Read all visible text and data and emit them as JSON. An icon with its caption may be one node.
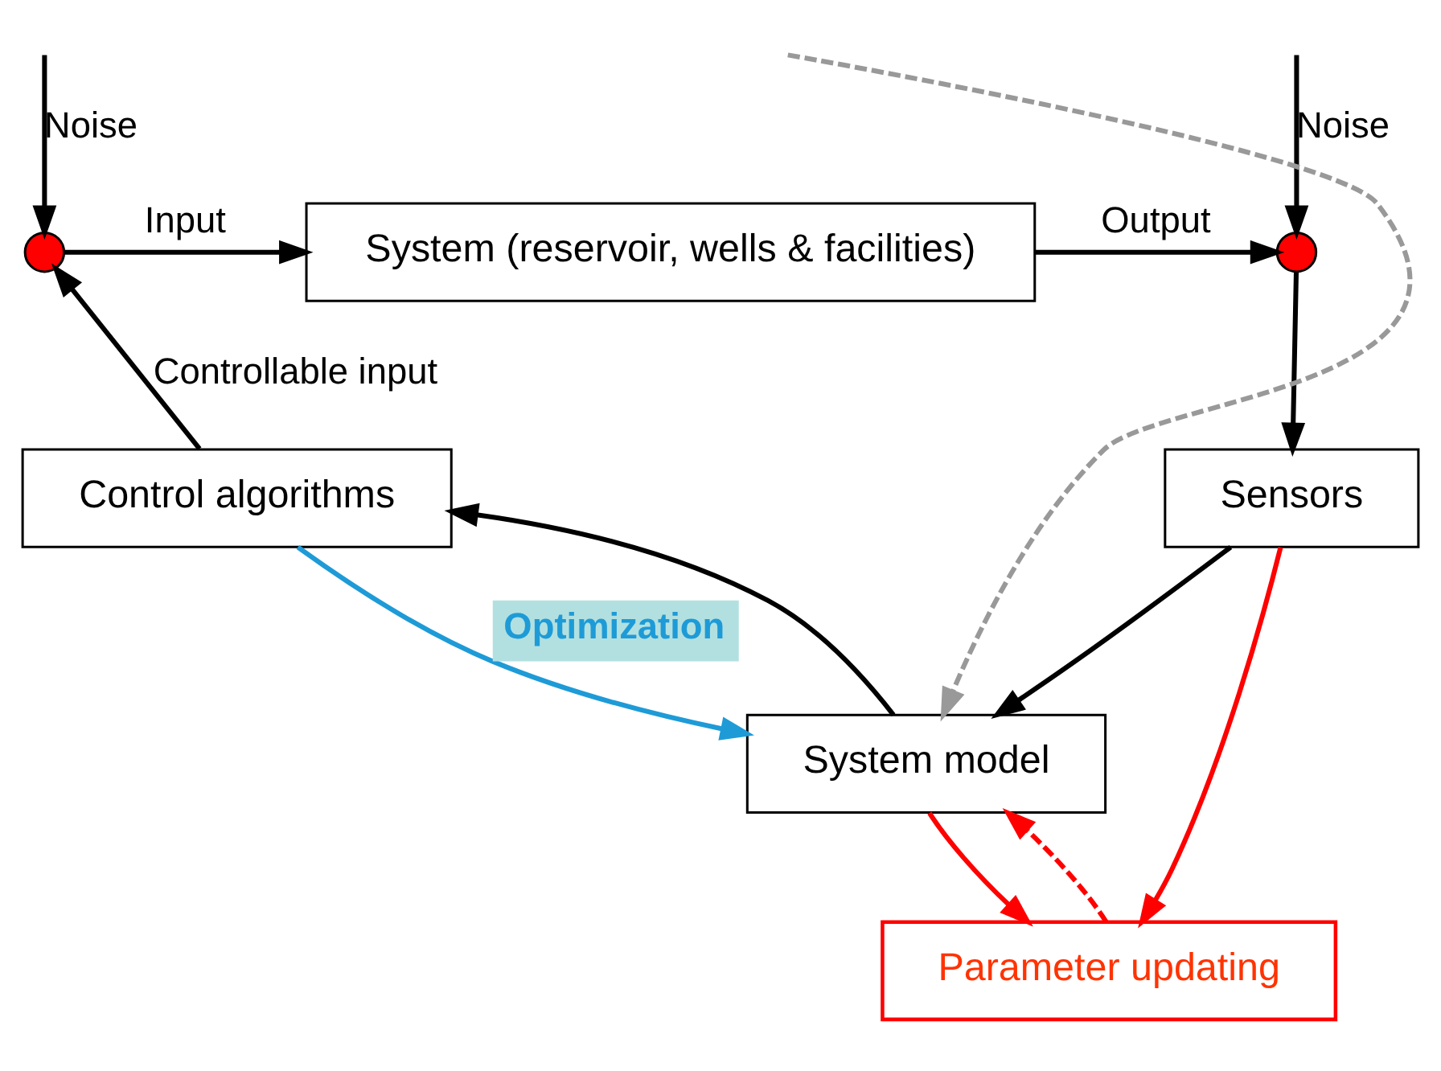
{
  "diagram": {
    "nodes": [
      {
        "text": [
          "System (reservoir, wells & facilities)"
        ]
      },
      {
        "text": [],
        "shape": "circle"
      },
      {
        "text": [],
        "shape": "circle"
      },
      {
        "text": [
          "Control algorithms"
        ]
      },
      {
        "text": [
          "Sensors"
        ]
      },
      {
        "text": [
          "System model"
        ]
      },
      {
        "text": [
          "Parameter updating"
        ]
      }
    ],
    "edges": [
      {
        "from": null,
        "to": 1,
        "arrow": "to",
        "label": "Noise"
      },
      {
        "from": 1,
        "to": 0,
        "arrow": "to",
        "label": "Input"
      },
      {
        "from": 0,
        "to": 2,
        "arrow": "to",
        "label": "Output"
      },
      {
        "from": null,
        "to": 2,
        "arrow": "to",
        "label": "Noise"
      },
      {
        "from": 3,
        "to": 1,
        "arrow": "to",
        "label": "Controllable input"
      },
      {
        "from": 2,
        "to": 4,
        "arrow": "to"
      },
      {
        "from": 4,
        "to": 5,
        "arrow": "to"
      },
      {
        "from": 5,
        "to": 3,
        "arrow": "to"
      },
      {
        "from": 3,
        "to": 5,
        "arrow": "to",
        "label": "Optimization",
        "color": "#1e9bd7"
      },
      {
        "from": 5,
        "to": 6,
        "arrow": "to",
        "color": "#ff0000"
      },
      {
        "from": 4,
        "to": 6,
        "arrow": "to",
        "color": "#ff0000"
      },
      {
        "from": 6,
        "to": 5,
        "arrow": "to",
        "color": "#ff0000",
        "style": "dashed"
      },
      {
        "from": null,
        "to": 5,
        "arrow": "to",
        "color": "#999999",
        "style": "dashed"
      }
    ]
  }
}
